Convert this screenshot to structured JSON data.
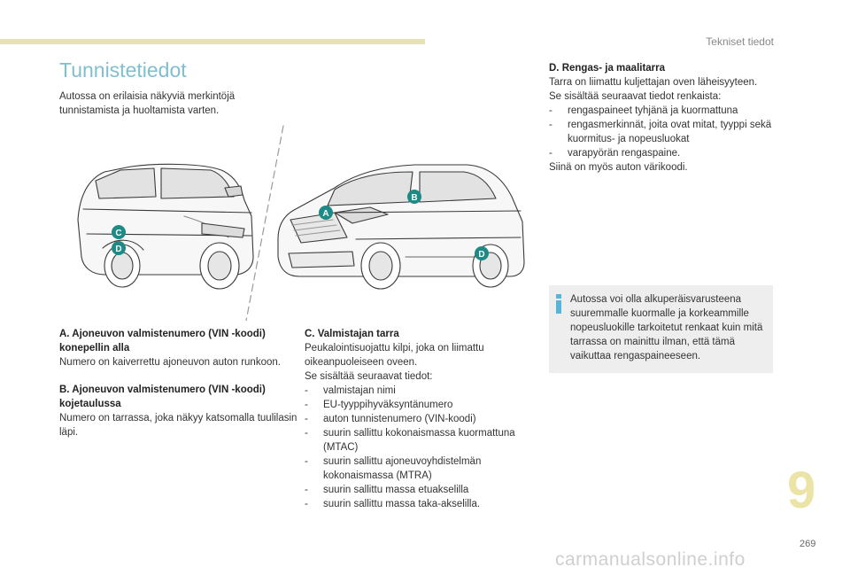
{
  "header": {
    "section": "Tekniset tiedot"
  },
  "title": "Tunnistetiedot",
  "intro": "Autossa on erilaisia näkyviä merkintöjä tunnistamista ja huoltamista varten.",
  "figure": {
    "labels": {
      "a": "A",
      "b": "B",
      "c": "C",
      "d": "D"
    },
    "marker_color": "#1e8a86"
  },
  "section_a": {
    "heading": "A. Ajoneuvon valmistenumero (VIN -koodi) konepellin alla",
    "text": "Numero on kaiverrettu ajoneuvon auton runkoon."
  },
  "section_b": {
    "heading": "B. Ajoneuvon valmistenumero (VIN -koodi) kojetaulussa",
    "text": "Numero on tarrassa, joka näkyy katsomalla tuulilasin läpi."
  },
  "section_c": {
    "heading": "C. Valmistajan tarra",
    "text1": "Peukalointisuojattu kilpi, joka on liimattu oikeanpuoleiseen oveen.",
    "text2": "Se sisältää seuraavat tiedot:",
    "items": [
      "valmistajan nimi",
      "EU-tyyppihyväksyntänumero",
      "auton tunnistenumero (VIN-koodi)",
      "suurin sallittu kokonaismassa kuormattuna (MTAC)",
      "suurin sallittu ajoneuvoyhdistelmän kokonaismassa (MTRA)",
      "suurin sallittu massa etuakselilla",
      "suurin sallittu massa taka-akselilla."
    ]
  },
  "section_d": {
    "heading": "D. Rengas- ja maalitarra",
    "text1": "Tarra on liimattu kuljettajan oven läheisyyteen.",
    "text2": "Se sisältää seuraavat tiedot renkaista:",
    "items": [
      "rengaspaineet tyhjänä ja kuormattuna",
      "rengasmerkinnät, joita ovat mitat, tyyppi sekä kuormitus- ja nopeusluokat",
      "varapyörän rengaspaine."
    ],
    "text3": "Siinä on myös auton värikoodi."
  },
  "note": {
    "text": "Autossa voi olla alkuperäisvarusteena suuremmalle kuormalle ja korkeammille nopeusluokille tarkoitetut renkaat kuin mitä tarrassa on mainittu ilman, että tämä vaikuttaa rengaspaineeseen.",
    "icon_color": "#5ab4d6"
  },
  "chapter_number": "9",
  "page_number": "269",
  "watermark": "carmanualsonline.info"
}
